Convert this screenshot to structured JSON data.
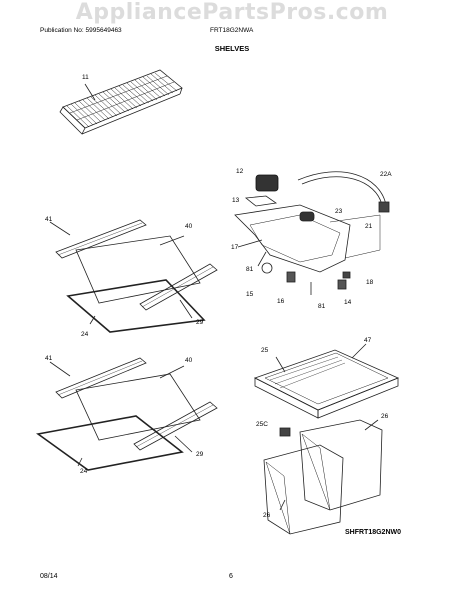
{
  "watermark": "AppliancePartsPros.com",
  "header": {
    "publication": "Publication No: 5995649463",
    "model": "FRT18G2NWA",
    "section_title": "SHELVES"
  },
  "callouts": [
    "11",
    "12",
    "13",
    "22A",
    "23",
    "41",
    "40",
    "17",
    "21",
    "81",
    "18",
    "15",
    "16",
    "81",
    "14",
    "24",
    "29",
    "41",
    "40",
    "25",
    "47",
    "26",
    "25C",
    "29",
    "24",
    "26"
  ],
  "diagram_code": "SHFRT18G2NW0",
  "footer": {
    "date": "08/14",
    "page": "6"
  }
}
